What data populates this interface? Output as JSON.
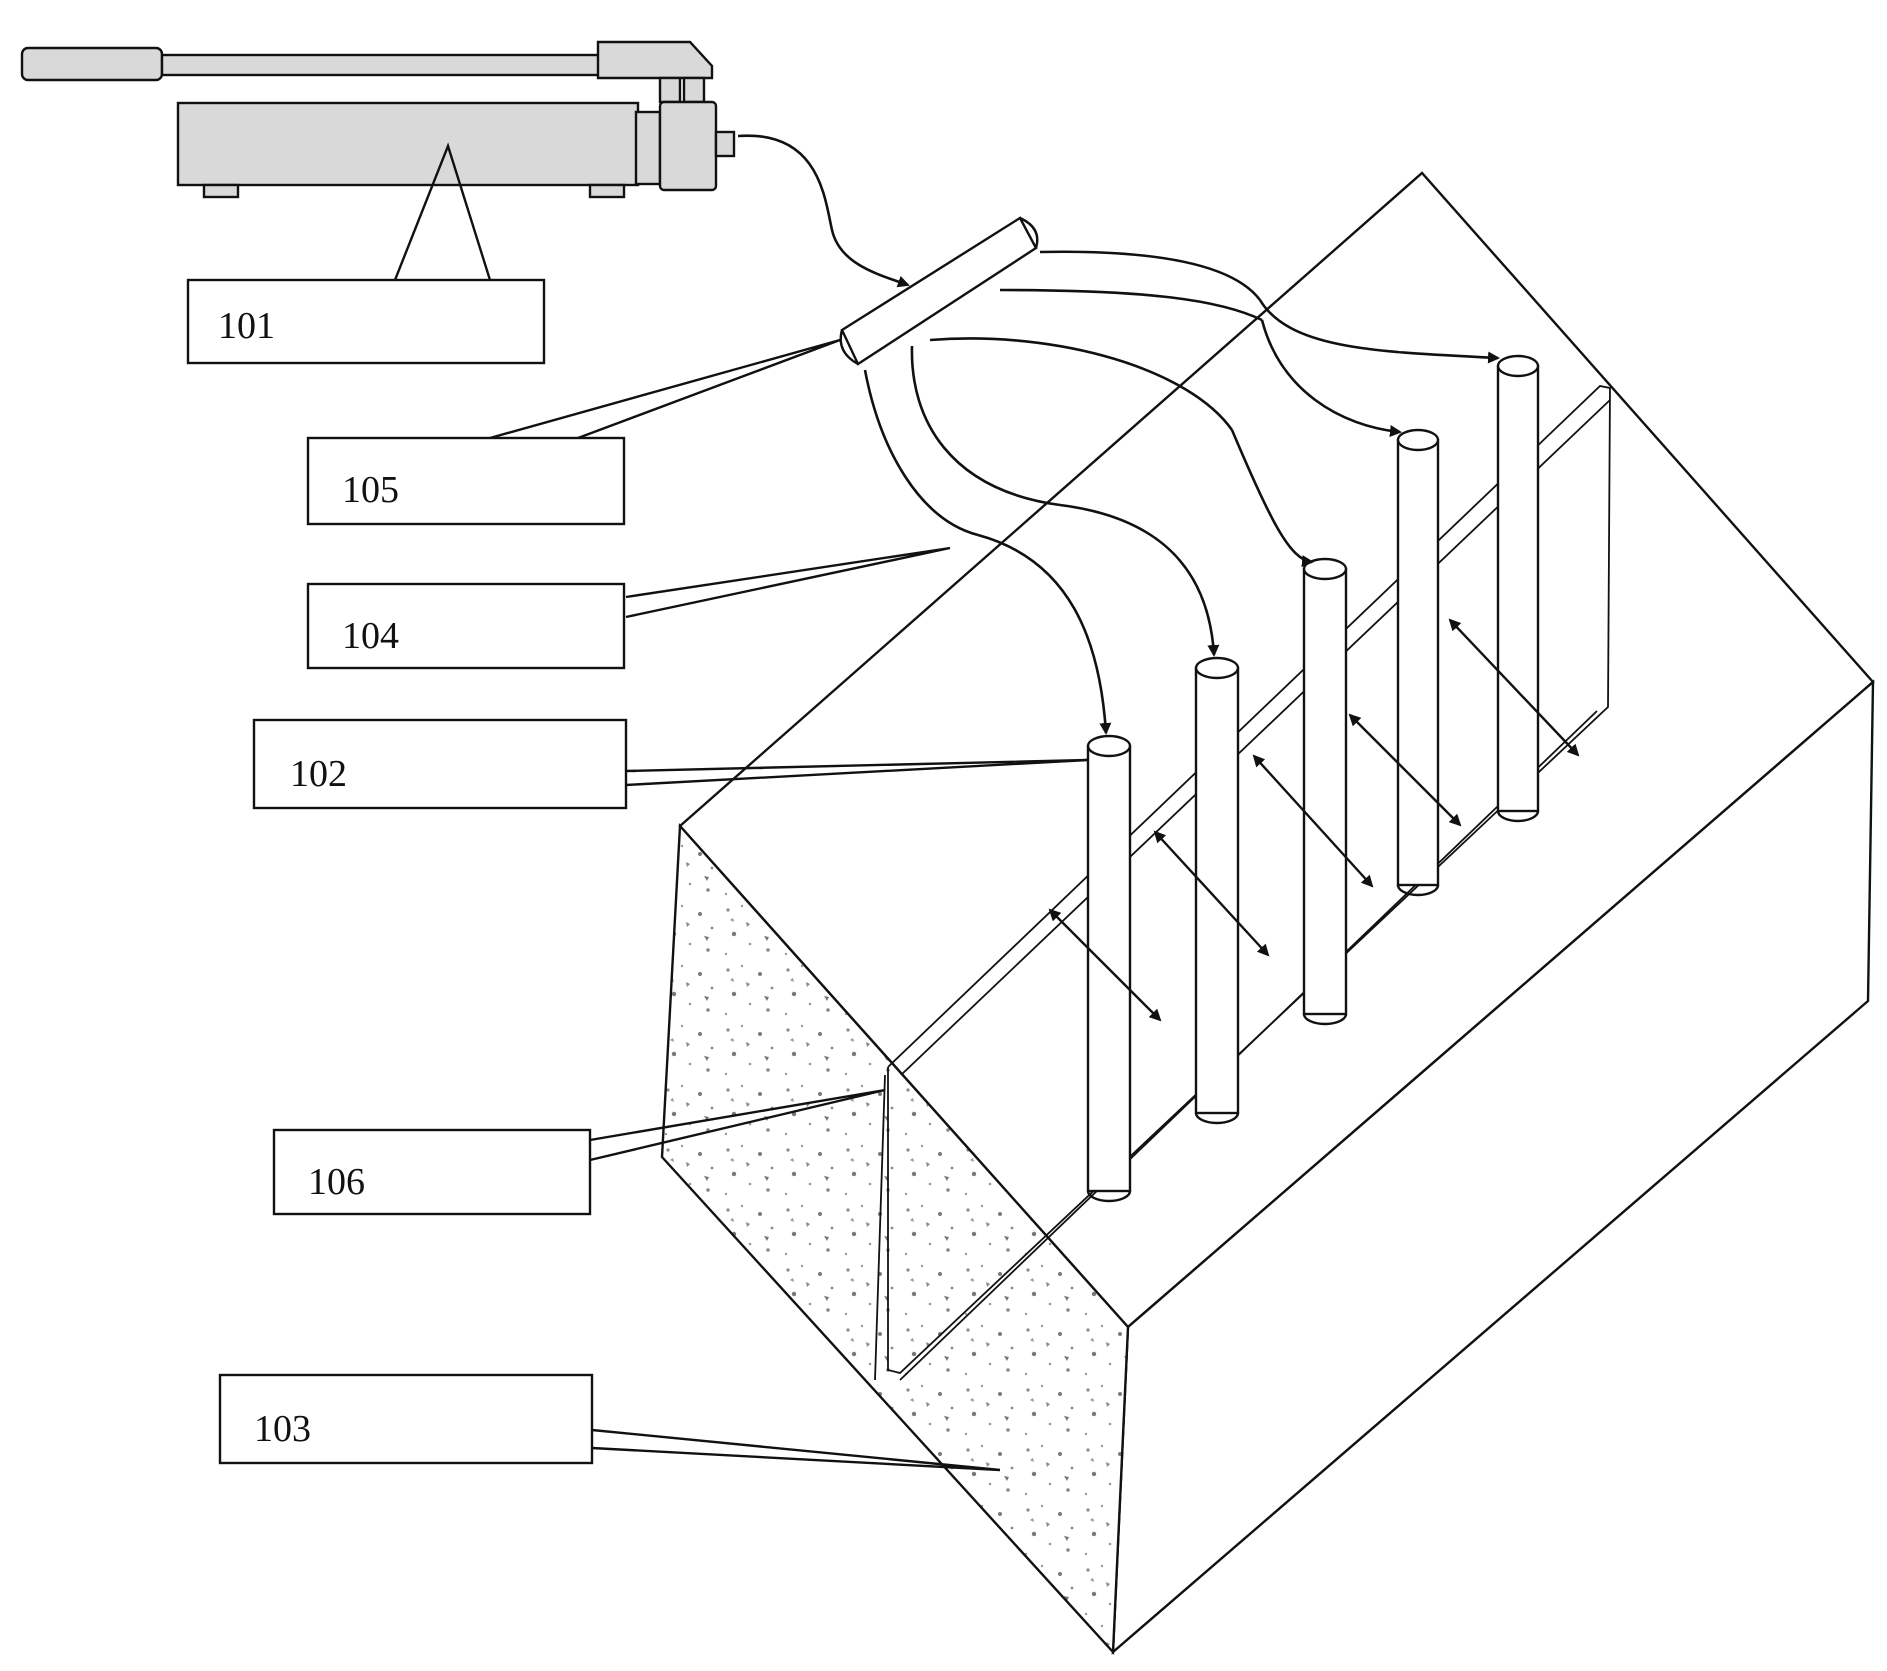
{
  "labels": {
    "l101": "101",
    "l102": "102",
    "l103": "103",
    "l104": "104",
    "l105": "105",
    "l106": "106"
  },
  "colors": {
    "line": "#111111",
    "machine_fill": "#d9d9d9",
    "rock_speckle": "#8a8a8a"
  }
}
